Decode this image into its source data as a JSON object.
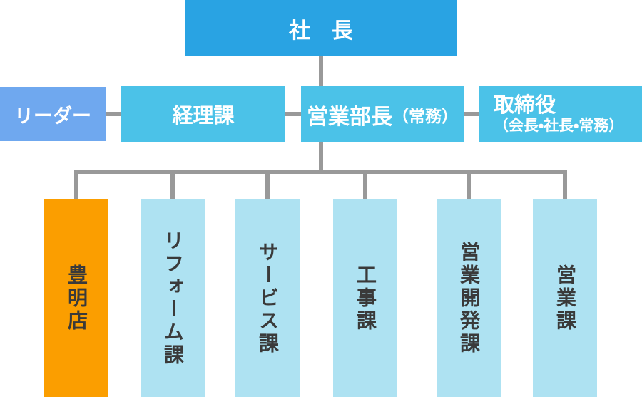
{
  "org_chart": {
    "president": {
      "label": "社　長"
    },
    "row2": [
      {
        "id": "leader",
        "label": "リーダー"
      },
      {
        "id": "accounting",
        "label": "経理課"
      },
      {
        "id": "sales-director",
        "label": "営業部長",
        "suffix": "（常務）"
      },
      {
        "id": "board",
        "label": "取締役",
        "sub": "（会長・社長・常務）"
      }
    ],
    "sections": [
      {
        "id": "toyoake-store",
        "label": "豊明店",
        "highlighted": true
      },
      {
        "id": "reform-section",
        "label": "リフォーム課",
        "highlighted": false
      },
      {
        "id": "service-section",
        "label": "サービス課",
        "highlighted": false
      },
      {
        "id": "construction-section",
        "label": "工事課",
        "highlighted": false
      },
      {
        "id": "sales-development-section",
        "label": "営業開発課",
        "highlighted": false
      },
      {
        "id": "sales-section",
        "label": "営業課",
        "highlighted": false
      }
    ]
  },
  "colors": {
    "president_bg": "#29A3E3",
    "leader_bg": "#6FA8EF",
    "department_bg": "#4BC2E8",
    "highlight_bg": "#FB9E00",
    "section_bg": "#AEE2F2",
    "connector_line": "#999999",
    "text_light": "#FFFFFF",
    "text_dark": "#3A3A3A"
  }
}
